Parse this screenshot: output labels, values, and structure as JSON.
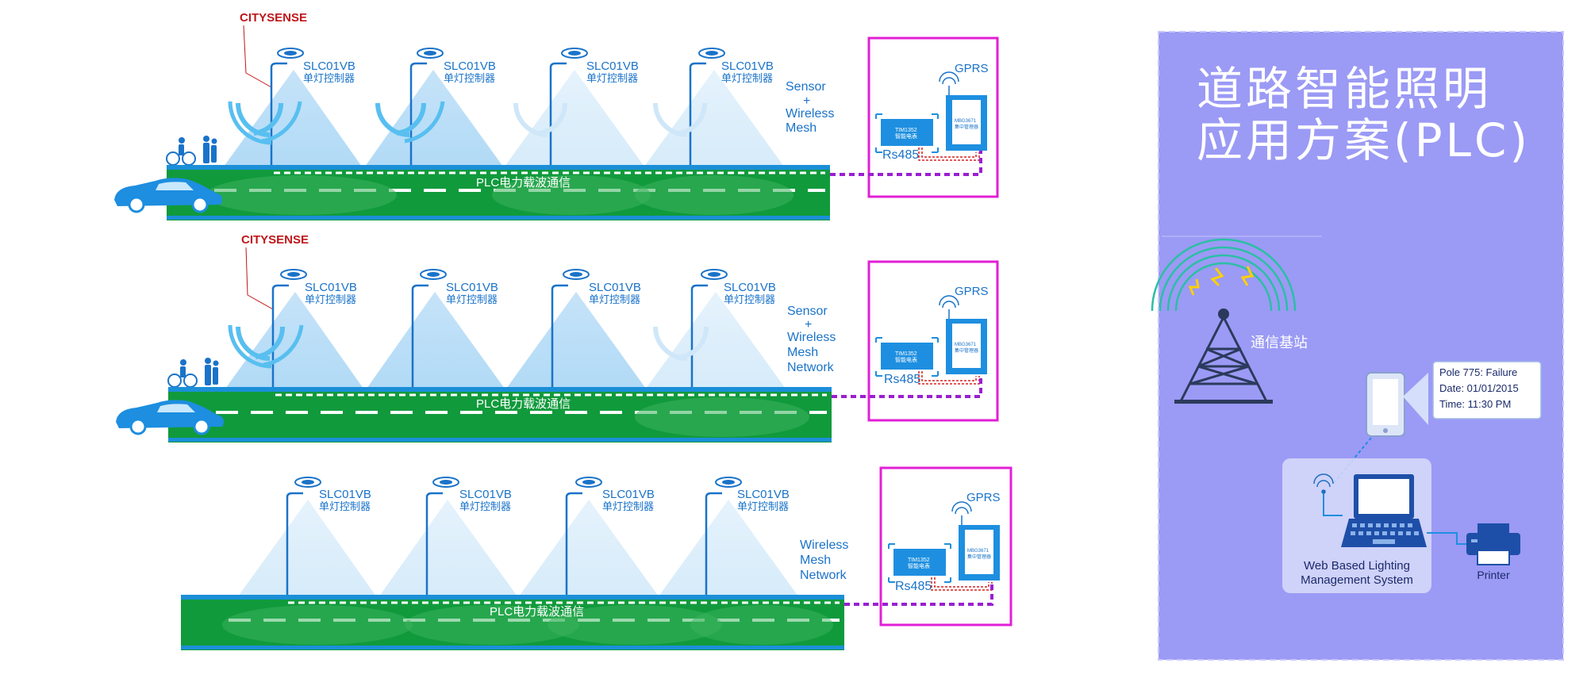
{
  "title": {
    "line1": "道路智能照明",
    "line2": "应用方案(PLC)"
  },
  "brand": "CITYSENSE",
  "controller": {
    "model": "SLC01VB",
    "desc": "单灯控制器"
  },
  "road_label": "PLC电力载波通信",
  "gprs": "GPRS",
  "rs485": "Rs485",
  "meter": {
    "model": "TIM1352",
    "desc": "智能电表"
  },
  "concentrator": {
    "model": "MBG3671",
    "desc": "集中管理器"
  },
  "scenes": [
    {
      "network_lines": [
        "Sensor",
        "+",
        "Wireless",
        "Mesh"
      ]
    },
    {
      "network_lines": [
        "Sensor",
        "+",
        "Wireless",
        "Mesh",
        "Network"
      ]
    },
    {
      "network_lines": [
        "Wireless",
        "Mesh",
        "Network"
      ]
    }
  ],
  "panel": {
    "base_station": "通信基站",
    "alert": {
      "line1": "Pole 775: Failure",
      "line2": "Date: 01/01/2015",
      "line3": "Time: 11:30 PM"
    },
    "system_line1": "Web Based Lighting",
    "system_line2": "Management System",
    "printer": "Printer"
  },
  "colors": {
    "road_green": "#119a3c",
    "road_edge": "#1b8fd8",
    "device_frame": "#e21fd6",
    "link_purple": "#9a1fd0",
    "panel_bg": "#9b9af5",
    "device_blue": "#1e8fe0"
  }
}
